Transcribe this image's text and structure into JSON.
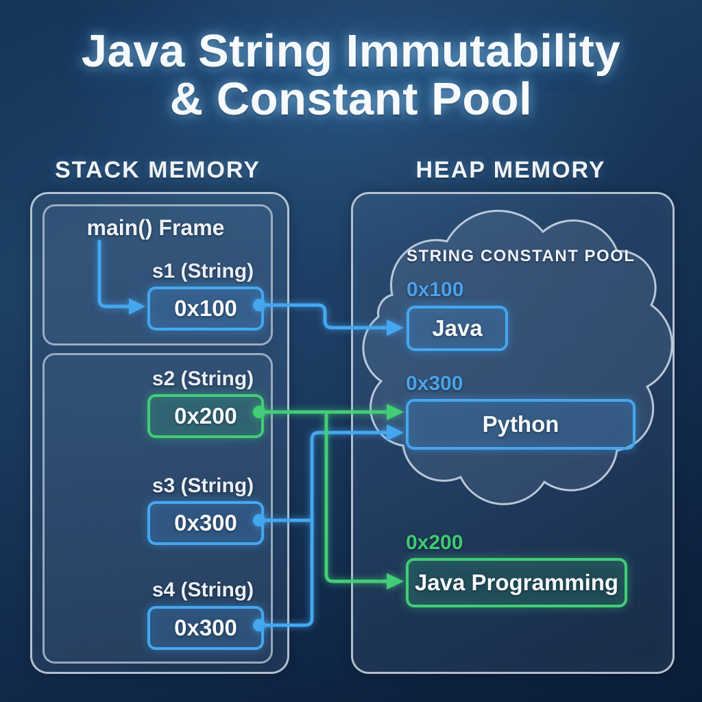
{
  "title": {
    "line1": "Java String Immutability",
    "line2": "& Constant Pool"
  },
  "stack": {
    "heading": "STACK MEMORY",
    "frame_title": "main() Frame",
    "vars": [
      {
        "name": "s1 (String)",
        "value": "0x100",
        "color": "blue"
      },
      {
        "name": "s2 (String)",
        "value": "0x200",
        "color": "green"
      },
      {
        "name": "s3 (String)",
        "value": "0x300",
        "color": "blue"
      },
      {
        "name": "s4 (String)",
        "value": "0x300",
        "color": "blue"
      }
    ]
  },
  "heap": {
    "heading": "HEAP MEMORY",
    "pool_title": "STRING CONSTANT POOL",
    "objects": [
      {
        "address": "0x100",
        "value": "Java",
        "color": "blue",
        "location": "constant-pool"
      },
      {
        "address": "0x300",
        "value": "Python",
        "color": "blue",
        "location": "constant-pool"
      },
      {
        "address": "0x200",
        "value": "Java Programming",
        "color": "green",
        "location": "heap"
      }
    ]
  },
  "colors": {
    "blue_accent": "#45a7f0",
    "green_accent": "#43cd77",
    "panel_border": "#c7d4e3",
    "background": "#132c4c",
    "address_blue": "#4aa3ea",
    "address_green": "#3ecb72"
  }
}
